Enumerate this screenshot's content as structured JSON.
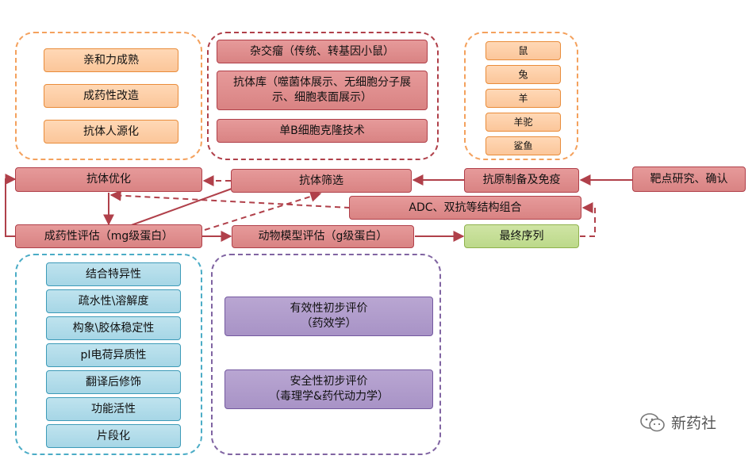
{
  "orange_group": {
    "items": [
      "亲和力成熟",
      "成药性改造",
      "抗体人源化"
    ]
  },
  "red_group": {
    "items": [
      "杂交瘤（传统、转基因小鼠）",
      "抗体库（噬菌体展示、无细胞分子展示、细胞表面展示）",
      "单B细胞克隆技术"
    ]
  },
  "animal_group": {
    "items": [
      "鼠",
      "兔",
      "羊",
      "羊驼",
      "鲨鱼"
    ]
  },
  "flow": {
    "optimization": "抗体优化",
    "screening": "抗体筛选",
    "antigen": "抗原制备及免疫",
    "target": "靶点研究、确认",
    "adc": "ADC、双抗等结构组合",
    "druggability": "成药性评估（mg级蛋白）",
    "animal_model": "动物模型评估（g级蛋白）",
    "final": "最终序列"
  },
  "blue_group": {
    "items": [
      "结合特异性",
      "疏水性\\溶解度",
      "构象\\胶体稳定性",
      "pI电荷异质性",
      "翻译后修饰",
      "功能活性",
      "片段化"
    ]
  },
  "purple_group": {
    "items": [
      "有效性初步评价\n（药效学）",
      "安全性初步评价\n（毒理学&药代动力学）"
    ]
  },
  "watermark": {
    "text": "新药社"
  },
  "colors": {
    "orange": "#f4a15d",
    "red": "#b0404a",
    "blue": "#4bacc6",
    "purple": "#8064a2",
    "green": "#9bbb59"
  }
}
